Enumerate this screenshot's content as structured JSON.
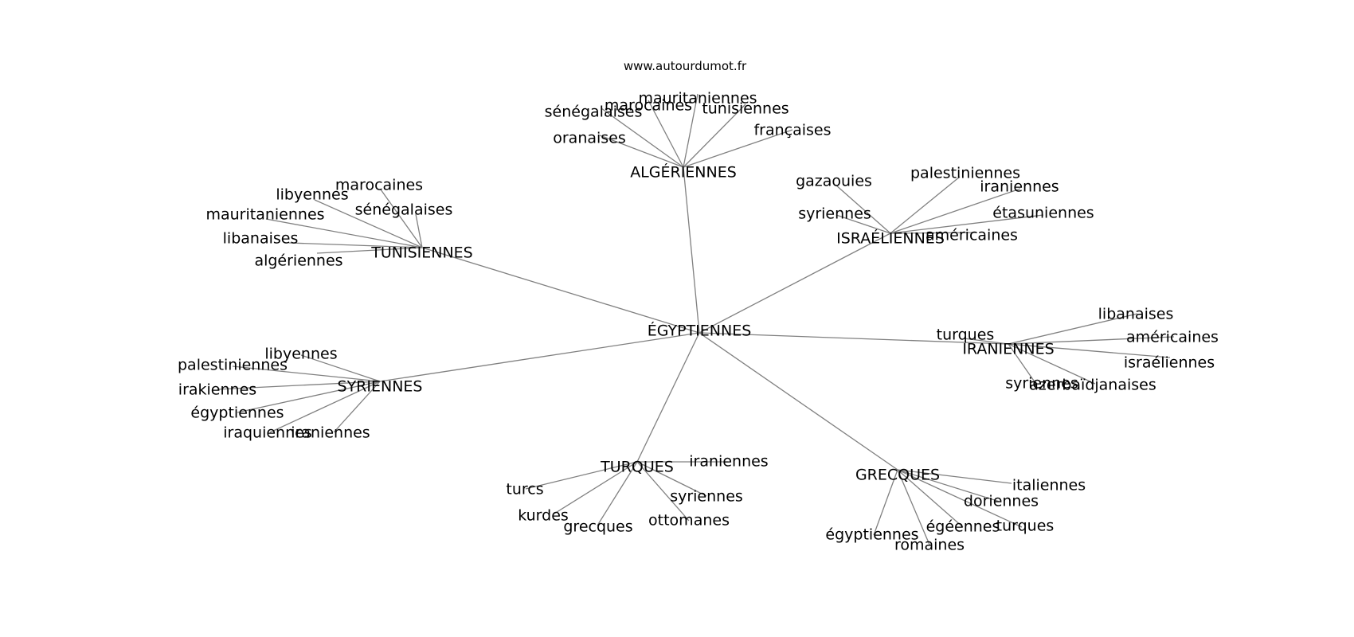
{
  "site": "www.autourdumot.fr",
  "graph": {
    "center": "ÉGYPTIENNES",
    "hubs": [
      {
        "name": "ALGÉRIENNES",
        "children": [
          "mauritaniennes",
          "marocaines",
          "tunisiennes",
          "sénégalaises",
          "françaises",
          "oranaises"
        ]
      },
      {
        "name": "TUNISIENNES",
        "children": [
          "marocaines",
          "libyennes",
          "sénégalaises",
          "mauritaniennes",
          "libanaises",
          "algériennes"
        ]
      },
      {
        "name": "ISRAÉLIENNES",
        "children": [
          "gazaouies",
          "palestiniennes",
          "iraniennes",
          "syriennes",
          "étasuniennes",
          "américaines"
        ]
      },
      {
        "name": "IRANIENNES",
        "children": [
          "libanaises",
          "américaines",
          "turques",
          "israéliennes",
          "syriennes",
          "azerbaïdjanaises"
        ]
      },
      {
        "name": "SYRIENNES",
        "children": [
          "libyennes",
          "palestiniennes",
          "irakiennes",
          "égyptiennes",
          "iraquiennes",
          "iraniennes"
        ]
      },
      {
        "name": "TURQUES",
        "children": [
          "iraniennes",
          "turcs",
          "syriennes",
          "kurdes",
          "grecques",
          "ottomanes"
        ]
      },
      {
        "name": "GRECQUES",
        "children": [
          "italiennes",
          "doriennes",
          "turques",
          "égéennes",
          "égyptiennes",
          "romaines"
        ]
      }
    ]
  }
}
